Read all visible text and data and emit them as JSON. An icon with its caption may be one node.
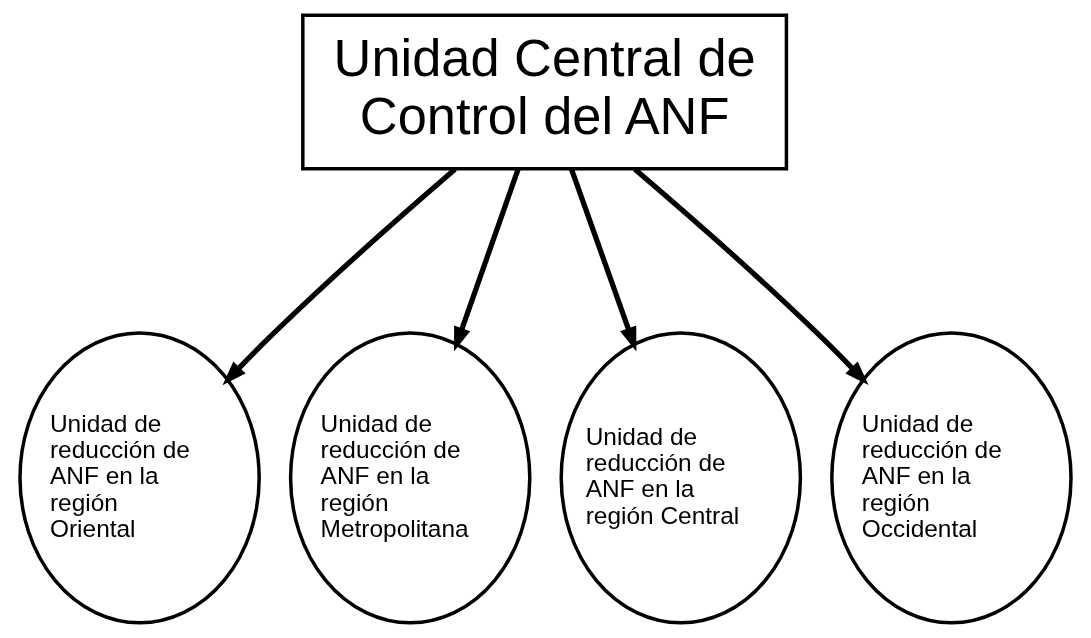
{
  "diagram": {
    "nodes": [
      {
        "text": [
          "Unidad Central de Control del ANF"
        ]
      },
      {
        "text": [
          "Unidad de reducción de ANF en la región Oriental"
        ]
      },
      {
        "text": [
          "Unidad de reducción de ANF en la región Metropolitana"
        ]
      },
      {
        "text": [
          "Unidad de reducción de ANF en la región Central"
        ]
      },
      {
        "text": [
          "Unidad de reducción de ANF en la región Occidental"
        ]
      }
    ],
    "edges": [
      {
        "from": 0,
        "to": 1,
        "arrow": "to"
      },
      {
        "from": 0,
        "to": 2,
        "arrow": "to"
      },
      {
        "from": 0,
        "to": 3,
        "arrow": "to"
      },
      {
        "from": 0,
        "to": 4,
        "arrow": "to"
      }
    ]
  }
}
